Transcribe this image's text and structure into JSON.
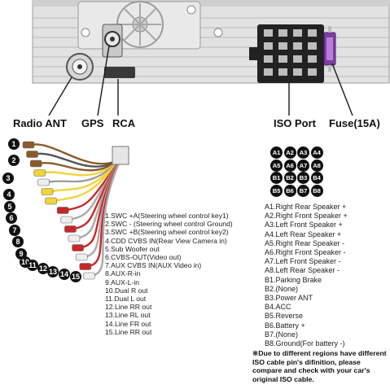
{
  "connector_labels": {
    "radio_ant": "Radio ANT",
    "gps": "GPS",
    "rca": "RCA",
    "iso_port": "ISO Port",
    "fuse": "Fuse(15A)"
  },
  "harness_numbers": [
    "1",
    "2",
    "3",
    "4",
    "5",
    "6",
    "7",
    "8",
    "9",
    "10",
    "11",
    "12",
    "13",
    "14",
    "15"
  ],
  "harness_functions": [
    "1.SWC +A(Steering wheel control key1)",
    "2.SWC - (Steering wheel control Ground)",
    "3.SWC +B(Steering wheel control key2)",
    "4.CDD CVBS IN(Rear View Camera in)",
    "5.Sub Woofer out",
    "6.CVBS-OUT(Video out)",
    "7.AUX CVBS IN(AUX Video in)",
    "8.AUX-R-in",
    "9.AUX-L-in",
    "10.Dual R out",
    "11.Dual L out",
    "12.Line RR out",
    "13.Line RL out",
    "14.Line FR out",
    "15.Line RR out"
  ],
  "iso_pins": [
    "A1",
    "A2",
    "A3",
    "A4",
    "A5",
    "A6",
    "A7",
    "A8",
    "B1",
    "B2",
    "B3",
    "B4",
    "B5",
    "B6",
    "B7",
    "B8"
  ],
  "iso_functions": [
    "A1.Right Rear Speaker +",
    "A2.Right Front Speaker +",
    "A3.Left Front Speaker +",
    "A4.Left Rear Speaker +",
    "A5.Right Rear Speaker -",
    "A6.Right Front Speaker -",
    "A7.Left Front Speaker -",
    "A8.Left Rear Speaker -",
    "B1.Parking Brake",
    "B2.(None)",
    "B3.Power ANT",
    "B4.ACC",
    "B5.Reverse",
    "B6.Battery +",
    "B7.(None)",
    "B8.Ground(For battery -)"
  ],
  "note": "※Due to different regions have different ISO cable pin's difinition, please compare and check with your car's original ISO cable.",
  "colors": {
    "wire_red": "#c62828",
    "wire_yellow": "#f2d43a",
    "wire_white": "#eeeeee",
    "wire_brown": "#8a5a2b",
    "wire_green": "#2e7d32",
    "fuse_purple": "#7e3ea6",
    "chassis": "#dedede"
  }
}
